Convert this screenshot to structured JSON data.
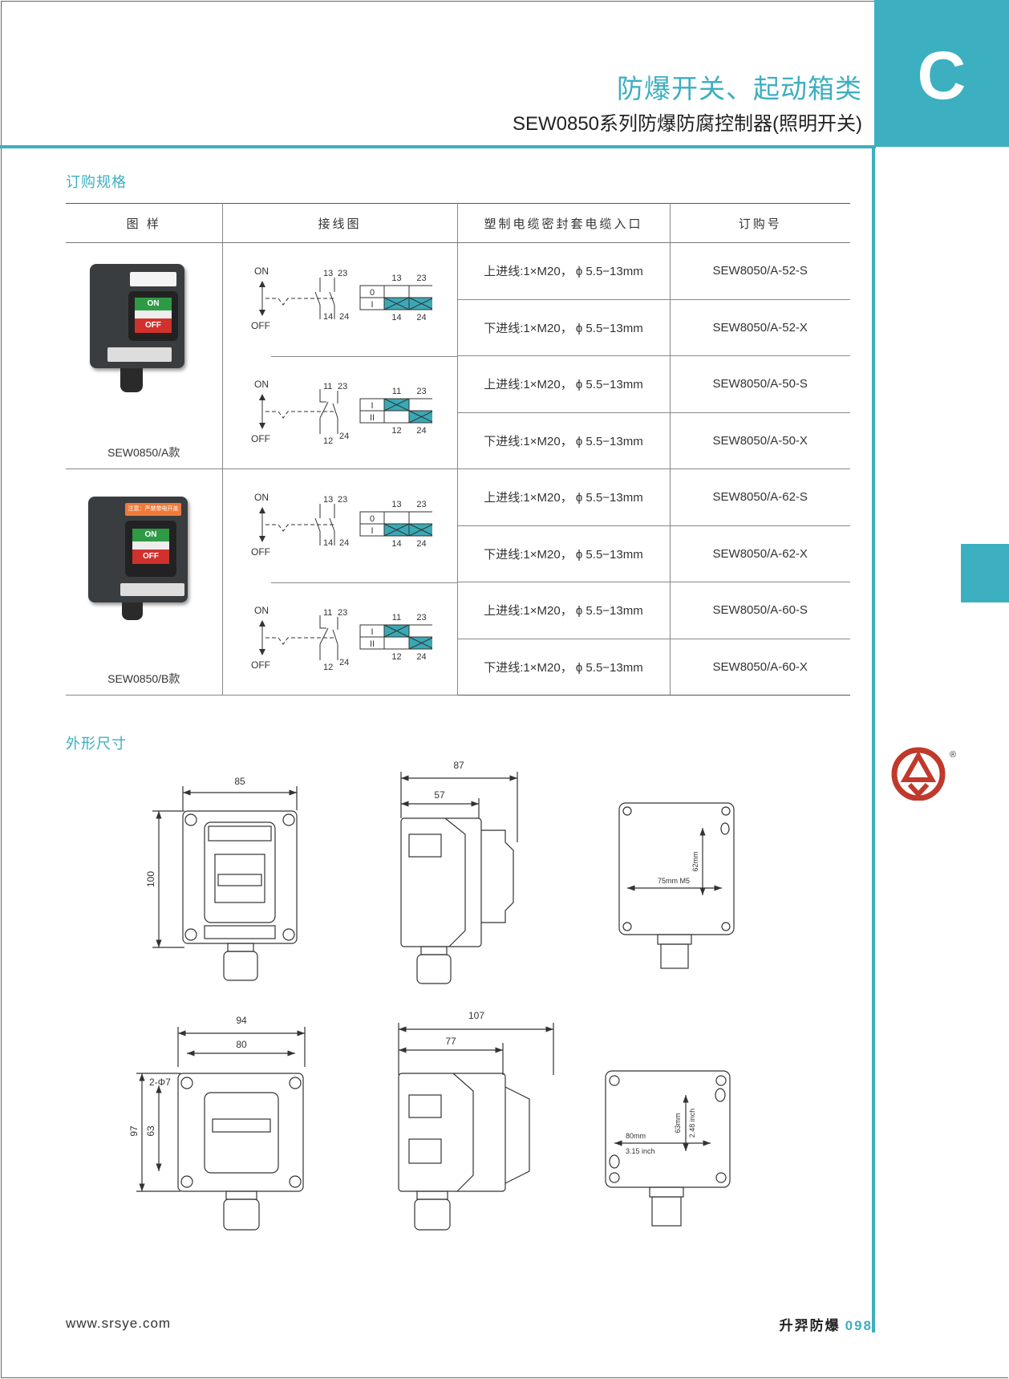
{
  "header": {
    "category": "防爆开关、起动箱类",
    "product_title": "SEW0850系列防爆防腐控制器(照明开关)",
    "section_letter": "C"
  },
  "ordering": {
    "section_title": "订购规格",
    "columns": [
      "图 样",
      "接线图",
      "塑制电缆密封套电缆入口",
      "订购号"
    ],
    "groups": [
      {
        "model": "SEW0850/A款",
        "photo_on": "ON",
        "photo_off": "OFF",
        "rows": [
          {
            "entry": "上进线:1×M20，  ϕ 5.5−13mm",
            "order_no": "SEW8050/A-52-S"
          },
          {
            "entry": "下进线:1×M20，  ϕ 5.5−13mm",
            "order_no": "SEW8050/A-52-X"
          },
          {
            "entry": "上进线:1×M20，  ϕ 5.5−13mm",
            "order_no": "SEW8050/A-50-S"
          },
          {
            "entry": "下进线:1×M20，  ϕ 5.5−13mm",
            "order_no": "SEW8050/A-50-X"
          }
        ]
      },
      {
        "model": "SEW0850/B款",
        "photo_on": "ON",
        "photo_off": "OFF",
        "photo_warning": "注意：严禁带电开盖",
        "rows": [
          {
            "entry": "上进线:1×M20，  ϕ 5.5−13mm",
            "order_no": "SEW8050/A-62-S"
          },
          {
            "entry": "下进线:1×M20，  ϕ 5.5−13mm",
            "order_no": "SEW8050/A-62-X"
          },
          {
            "entry": "上进线:1×M20，  ϕ 5.5−13mm",
            "order_no": "SEW8050/A-60-S"
          },
          {
            "entry": "下进线:1×M20，  ϕ 5.5−13mm",
            "order_no": "SEW8050/A-60-X"
          }
        ]
      }
    ],
    "wiring": [
      {
        "on": "ON",
        "off": "OFF",
        "type": "NO",
        "top": [
          "13",
          "23"
        ],
        "bottom": [
          "14",
          "24"
        ],
        "rows": [
          "0",
          "I"
        ],
        "filled": [
          [
            0,
            0
          ],
          [
            1,
            1
          ]
        ]
      },
      {
        "on": "ON",
        "off": "OFF",
        "type": "NC",
        "top": [
          "11",
          "23"
        ],
        "bottom": [
          "12",
          "24"
        ],
        "rows": [
          "I",
          "II"
        ],
        "filled": [
          [
            1,
            0
          ],
          [
            0,
            1
          ]
        ]
      },
      {
        "on": "ON",
        "off": "OFF",
        "type": "NO",
        "top": [
          "13",
          "23"
        ],
        "bottom": [
          "14",
          "24"
        ],
        "rows": [
          "0",
          "I"
        ],
        "filled": [
          [
            0,
            0
          ],
          [
            1,
            1
          ]
        ]
      },
      {
        "on": "ON",
        "off": "OFF",
        "type": "NC",
        "top": [
          "11",
          "23"
        ],
        "bottom": [
          "12",
          "24"
        ],
        "rows": [
          "I",
          "II"
        ],
        "filled": [
          [
            1,
            0
          ],
          [
            0,
            1
          ]
        ]
      }
    ]
  },
  "dimensions": {
    "section_title": "外形尺寸",
    "a": {
      "width": "85",
      "height": "100",
      "depth_total": "87",
      "depth_body": "57",
      "mount_w": "75mm M5",
      "mount_h": "62mm"
    },
    "b": {
      "width": "94",
      "width_inner": "80",
      "hole": "2-Φ7",
      "height": "97",
      "height_inner": "63",
      "depth_total": "107",
      "depth_body": "77",
      "mount_h_mm": "63mm",
      "mount_h_in": "2.48 inch",
      "mount_w_mm": "80mm",
      "mount_w_in": "3.15 inch"
    }
  },
  "footer": {
    "url": "www.srsye.com",
    "brand": "升羿防爆",
    "page": "098"
  },
  "colors": {
    "accent": "#3cafc0",
    "fill": "#3aa9b6"
  }
}
